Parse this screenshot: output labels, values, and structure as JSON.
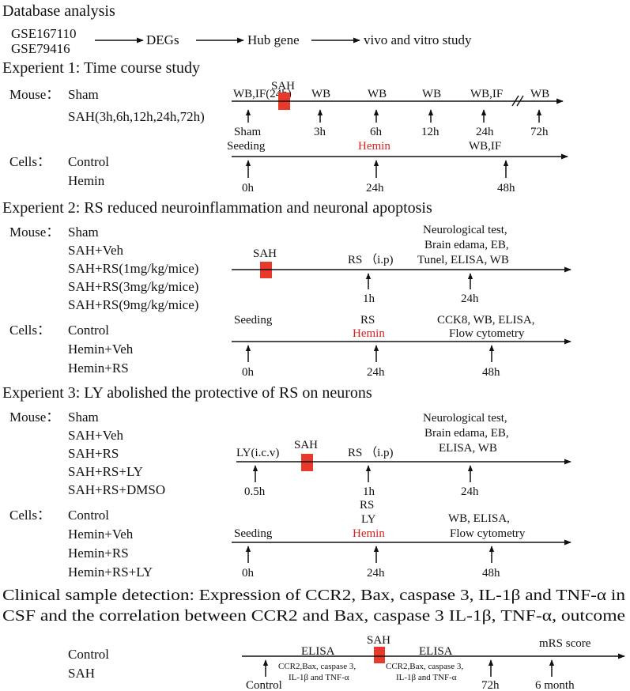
{
  "title_db": "Database analysis",
  "db": {
    "sources": [
      "GSE167110",
      "GSE79416"
    ],
    "steps": [
      "DEGs",
      "Hub gene",
      "vivo and vitro study"
    ]
  },
  "exp1": {
    "title": "Experient 1: Time course study",
    "mouse_label": "Mouse：",
    "mouse_groups": [
      "Sham",
      "SAH(3h,6h,12h,24h,72h)"
    ],
    "mouse_top": [
      "WB,IF(24h)",
      "SAH",
      "WB",
      "WB",
      "WB",
      "WB,IF",
      "WB"
    ],
    "mouse_ticks": [
      "Sham",
      "3h",
      "6h",
      "12h",
      "24h",
      "72h"
    ],
    "cells_label": "Cells：",
    "cell_groups": [
      "Control",
      "Hemin"
    ],
    "cell_top": [
      "Seeding",
      "Hemin",
      "WB,IF"
    ],
    "cell_ticks": [
      "0h",
      "24h",
      "48h"
    ]
  },
  "exp2": {
    "title": "Experient 2: RS reduced neuroinflammation and neuronal apoptosis",
    "mouse_label": "Mouse：",
    "mouse_groups": [
      "Sham",
      "SAH+Veh",
      "SAH+RS(1mg/kg/mice)",
      "SAH+RS(3mg/kg/mice)",
      "SAH+RS(9mg/kg/mice)"
    ],
    "sah": "SAH",
    "rs": "RS （i.p)",
    "mouse_tests": [
      "Neurological test,",
      "Brain edama, EB,",
      "Tunel, ELISA, WB"
    ],
    "mouse_ticks": [
      "1h",
      "24h"
    ],
    "cells_label": "Cells：",
    "cell_groups": [
      "Control",
      "Hemin+Veh",
      "Hemin+RS"
    ],
    "cell_top": [
      "Seeding",
      "RS",
      "Hemin"
    ],
    "cell_tests": [
      "CCK8, WB, ELISA,",
      "Flow cytometry"
    ],
    "cell_ticks": [
      "0h",
      "24h",
      "48h"
    ]
  },
  "exp3": {
    "title": "Experient 3: LY abolished the protective of RS on neurons",
    "mouse_label": "Mouse：",
    "mouse_groups": [
      "Sham",
      "SAH+Veh",
      "SAH+RS",
      "SAH+RS+LY",
      "SAH+RS+DMSO"
    ],
    "ly": "LY(i.c.v)",
    "sah": "SAH",
    "rs": "RS （i.p)",
    "mouse_tests": [
      "Neurological test,",
      "Brain edama, EB,",
      "ELISA, WB"
    ],
    "mouse_ticks": [
      "0.5h",
      "1h",
      "24h"
    ],
    "cells_label": "Cells：",
    "cell_groups": [
      "Control",
      "Hemin+Veh",
      "Hemin+RS",
      "Hemin+RS+LY"
    ],
    "cell_top": [
      "Seeding",
      "RS",
      "LY",
      "Hemin"
    ],
    "cell_tests": [
      "WB, ELISA,",
      "Flow cytometry"
    ],
    "cell_ticks": [
      "0h",
      "24h",
      "48h"
    ]
  },
  "clinical": {
    "title_lines": [
      "Clinical sample detection: Expression of CCR2, Bax, caspase 3, IL-1β and TNF-α in",
      "CSF and the correlation between CCR2 and Bax, caspase 3 IL-1β, TNF-α, outcome"
    ],
    "groups": [
      "Control",
      "SAH"
    ],
    "elisa": [
      "ELISA",
      "ELISA"
    ],
    "sah": "SAH",
    "mrs": "mRS score",
    "markers": [
      "CCR2,Bax, caspase 3,",
      "IL-1β and TNF-α"
    ],
    "ticks": [
      "Control",
      "72h",
      "6 month"
    ]
  },
  "colors": {
    "accent_red": "#e8392b",
    "text_red": "#d8201e",
    "line": "#111111"
  }
}
